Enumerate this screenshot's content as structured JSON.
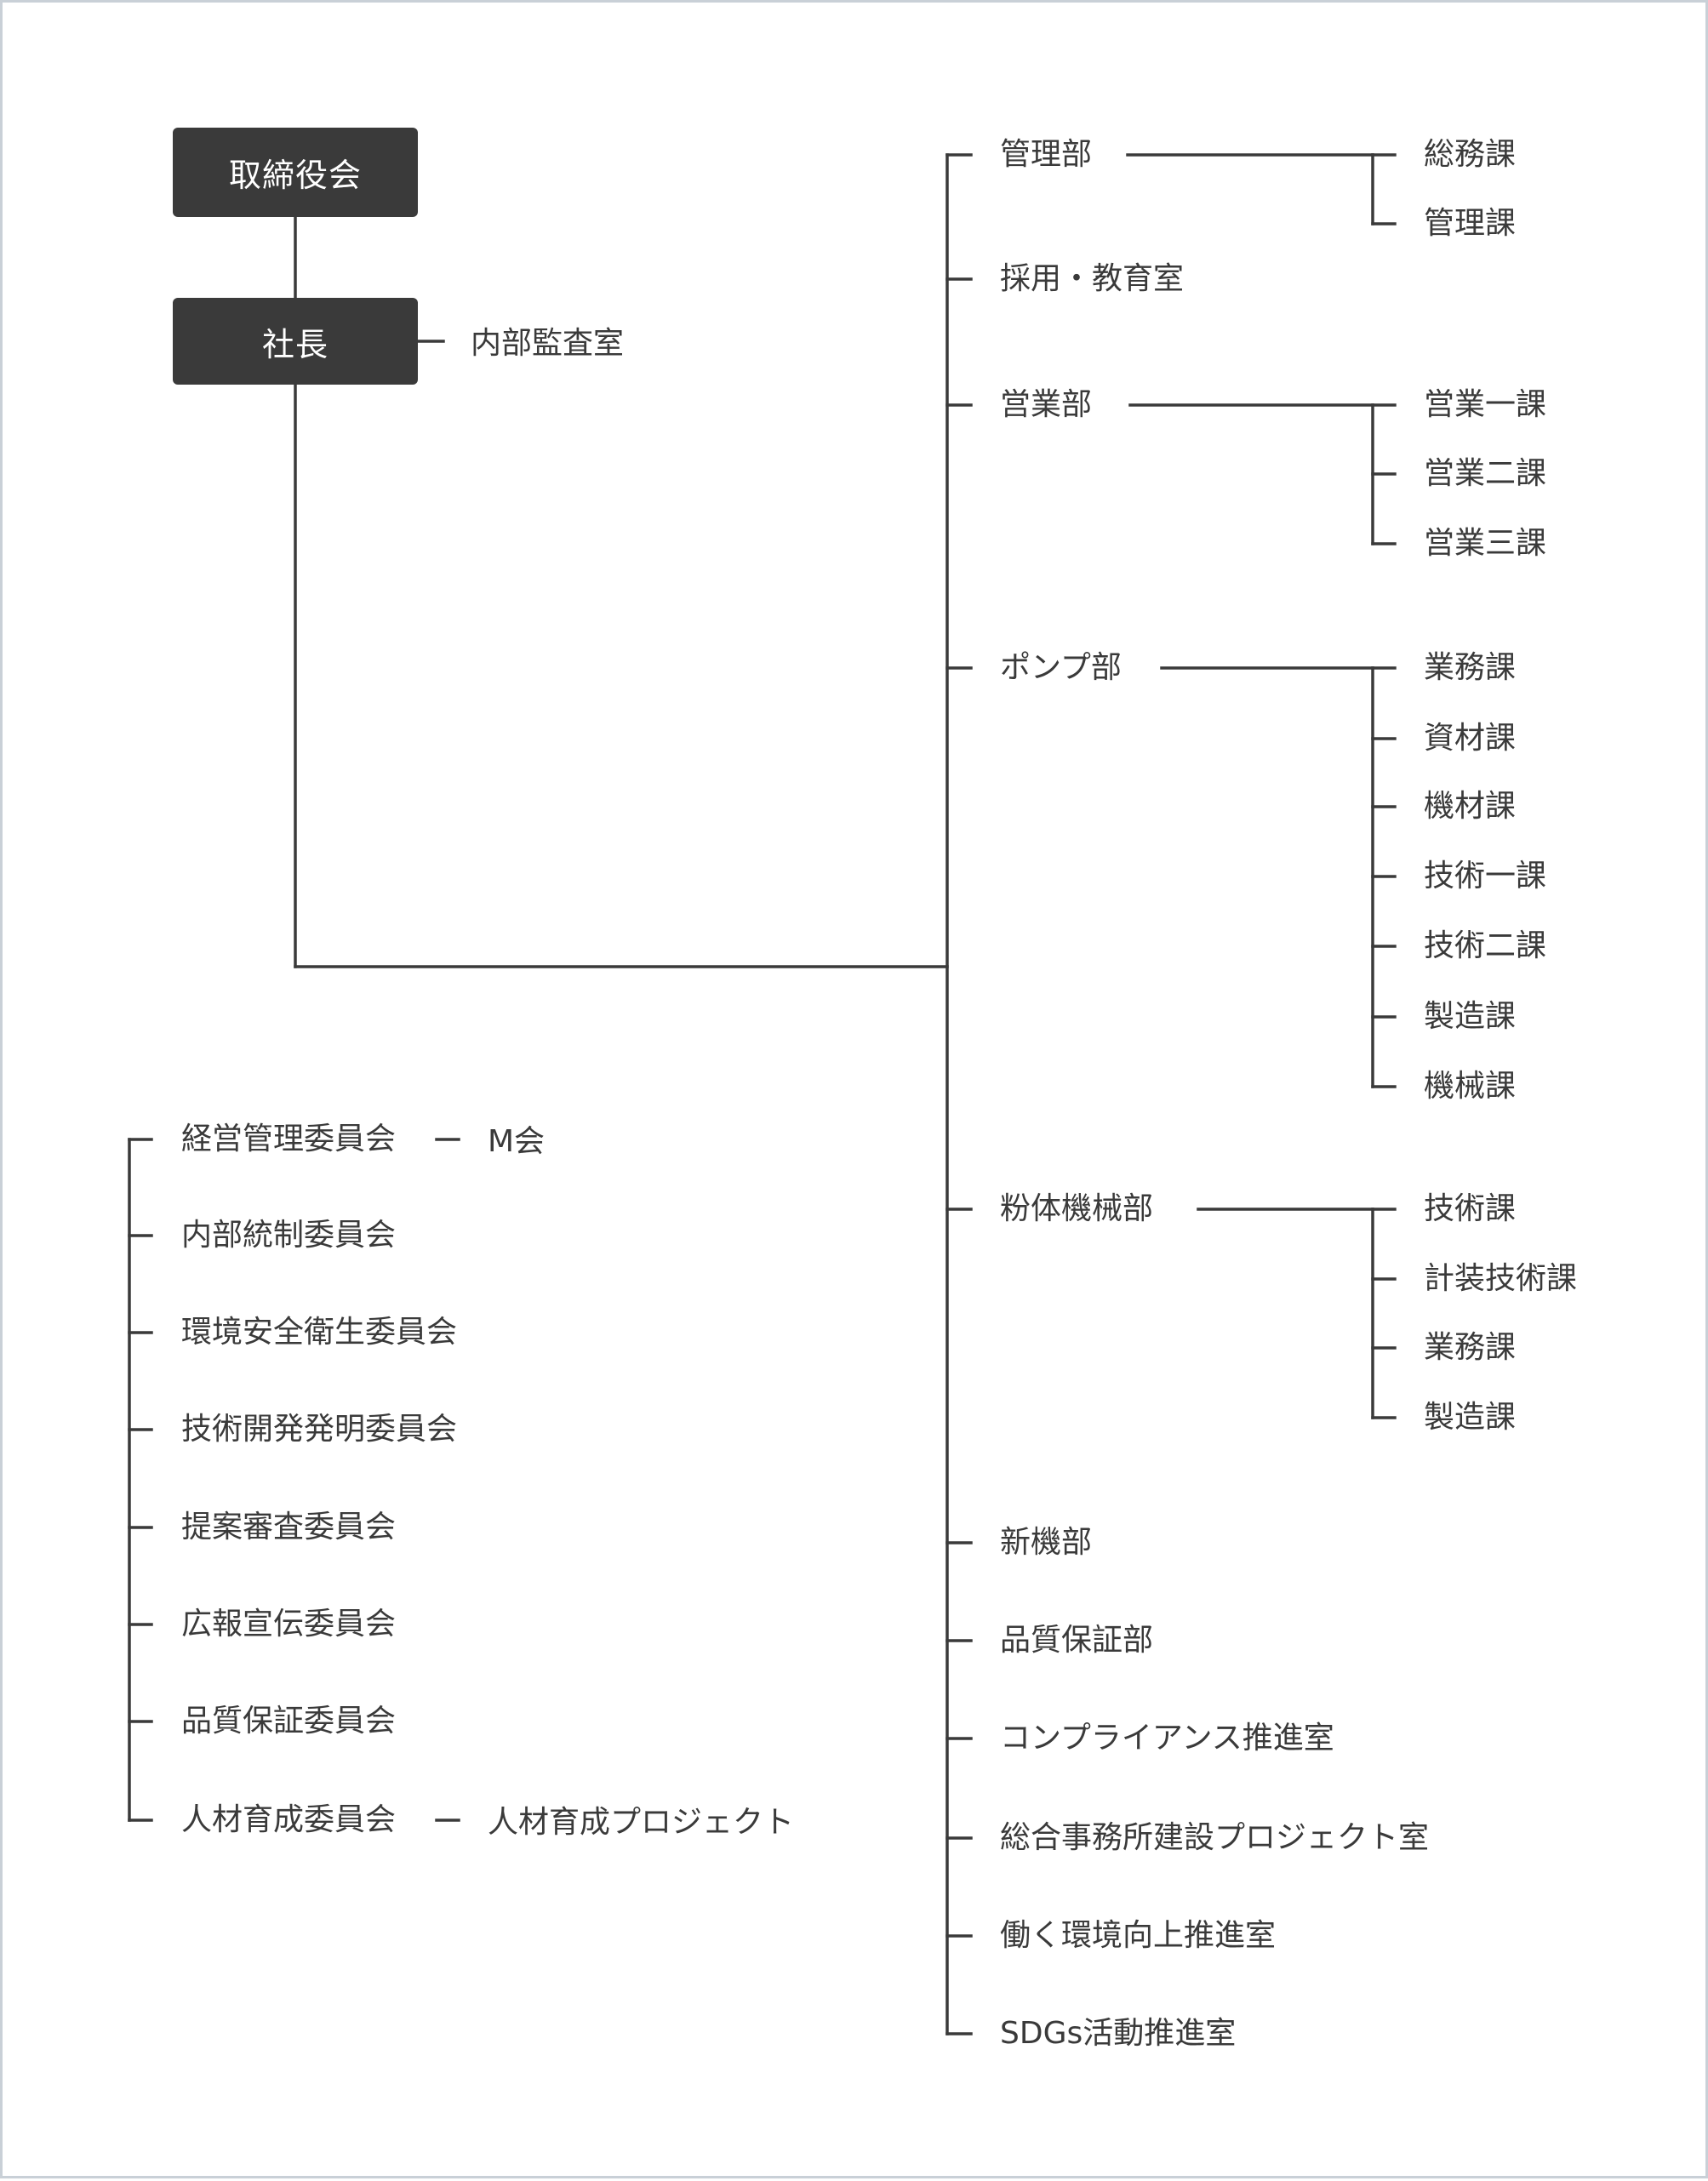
{
  "board": "取締役会",
  "president": "社長",
  "audit": "内部監査室",
  "departments": [
    {
      "name": "管理部",
      "sections": [
        "総務課",
        "管理課"
      ]
    },
    {
      "name": "採用・教育室",
      "sections": []
    },
    {
      "name": "営業部",
      "sections": [
        "営業一課",
        "営業二課",
        "営業三課"
      ]
    },
    {
      "name": "ポンプ部",
      "sections": [
        "業務課",
        "資材課",
        "機材課",
        "技術一課",
        "技術二課",
        "製造課",
        "機械課"
      ]
    },
    {
      "name": "粉体機械部",
      "sections": [
        "技術課",
        "計装技術課",
        "業務課",
        "製造課"
      ]
    },
    {
      "name": "新機部",
      "sections": []
    },
    {
      "name": "品質保証部",
      "sections": []
    },
    {
      "name": "コンプライアンス推進室",
      "sections": []
    },
    {
      "name": "総合事務所建設プロジェクト室",
      "sections": []
    },
    {
      "name": "働く環境向上推進室",
      "sections": []
    },
    {
      "name": "SDGs活動推進室",
      "sections": []
    }
  ],
  "committees": [
    {
      "name": "経営管理委員会",
      "sub": "M会"
    },
    {
      "name": "内部統制委員会"
    },
    {
      "name": "環境安全衛生委員会"
    },
    {
      "name": "技術開発発明委員会"
    },
    {
      "name": "提案審査委員会"
    },
    {
      "name": "広報宣伝委員会"
    },
    {
      "name": "品質保証委員会"
    },
    {
      "name": "人材育成委員会",
      "sub": "人材育成プロジェクト"
    }
  ]
}
